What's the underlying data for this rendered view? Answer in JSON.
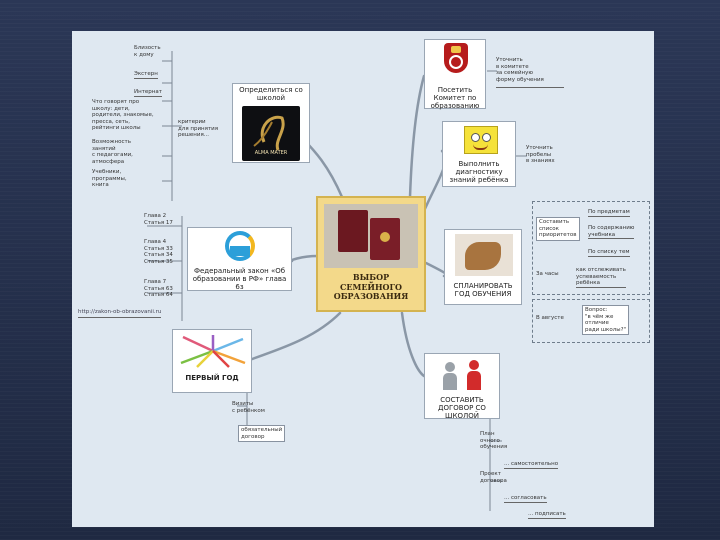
{
  "center": {
    "title": "ВЫБОР\nСЕМЕЙНОГО\nОБРАЗОВАНИЯ",
    "image": "passport-image"
  },
  "nodes": {
    "school": {
      "caption": "Определиться\nсо школой",
      "logo_text": "ALMA MATER",
      "image": "school-logo-image"
    },
    "committee": {
      "caption": "Посетить\nКомитет по\nобразованию",
      "image": "coat-of-arms-image"
    },
    "diagnostics": {
      "caption": "Выполнить\nдиагностику\nзнаний ребёнка",
      "image": "spongebob-image"
    },
    "plan": {
      "caption": "СПЛАНИРОВАТЬ\nГОД ОБУЧЕНИЯ",
      "image": "hands-image"
    },
    "contract": {
      "caption": "СОСТАВИТЬ\nДОГОВОР СО ШКОЛОЙ",
      "image": "handshake-image"
    },
    "firstyear": {
      "caption": "ПЕРВЫЙ\nГОД",
      "image": "word-cloud-image"
    },
    "law": {
      "caption": "Федеральный закон\n«Об образовании в РФ»\nглава 6з",
      "image": "education-logo-image"
    }
  },
  "school_notes": {
    "items": [
      "Близость\nк дому",
      "Экстерн",
      "Интернат",
      "Что говорят про\nшколу: дети,\nродители, знакомые,\nпресса, сеть,\nрейтинги школы",
      "Возможность\nзанятий\nс педагогами,\nатмосфера",
      "Учебники,\nпрограммы,\nкнига"
    ],
    "side_note": "критерии\nдля принятия\nрешения..."
  },
  "committee_note": "Уточнить\nв комитете\nза семейную\nформу обучения",
  "diagnostics_note": "Уточнить\nпробелы\nв знаниях",
  "law_refs": [
    "Глава 2\nСтатья 17",
    "Глава 4\nСтатья 33\nСтатья 34\nСтатья 35",
    "Глава 7\nСтатья 63\nСтатья 64"
  ],
  "law_url": "http://zakon-ob-obrazovanii.ru",
  "plan_items": {
    "compose": "Составить\nсписок\nприоритетов",
    "by_subjects": "По предметам",
    "by_content": "По содержанию\nучебника",
    "by_list": "По списку тем",
    "by_hours": "За часы",
    "how_distribute": "как отслеживать\nуспеваемость\nребёнка",
    "in_august": "В августе",
    "question": "Вопрос:\n\"в чём же\nотличие\nради школы?\""
  },
  "contract_items": [
    "План\nочного\nобучения",
    "... самостоятельно",
    "Проект\nдоговора",
    "... согласовать",
    "... подписать"
  ],
  "firstyear_items": [
    "Визиты\nс ребёнком",
    "обязательный\nдоговор"
  ]
}
